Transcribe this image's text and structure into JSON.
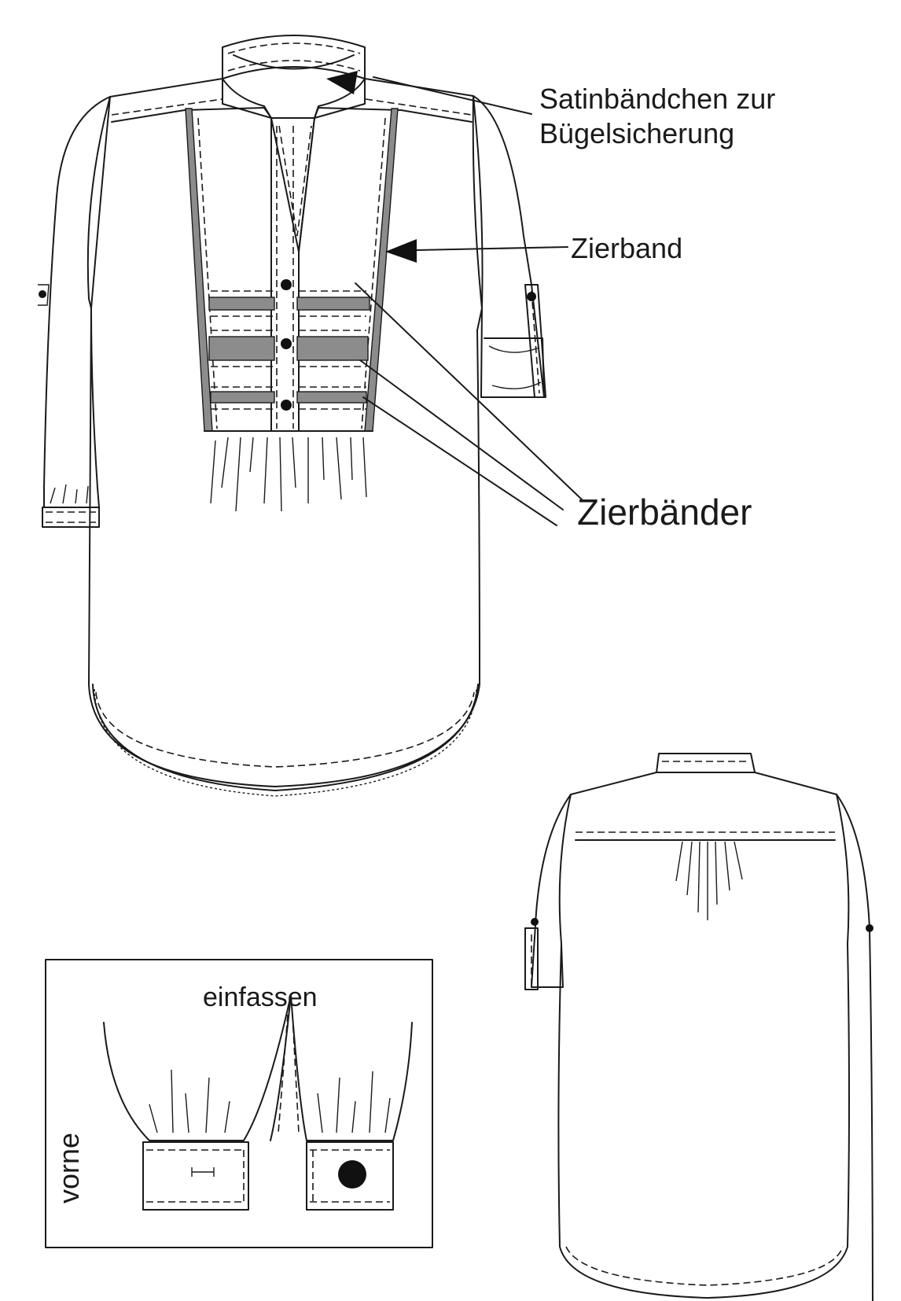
{
  "labels": {
    "satin_line1": "Satinbändchen zur",
    "satin_line2": "Bügelsicherung",
    "zierband": "Zierband",
    "zierbaender": "Zierbänder",
    "einfassen": "einfassen",
    "vorne": "vorne"
  },
  "colors": {
    "line": "#1a1a1a",
    "ribbon": "#8c8c8c",
    "background": "#ffffff"
  }
}
